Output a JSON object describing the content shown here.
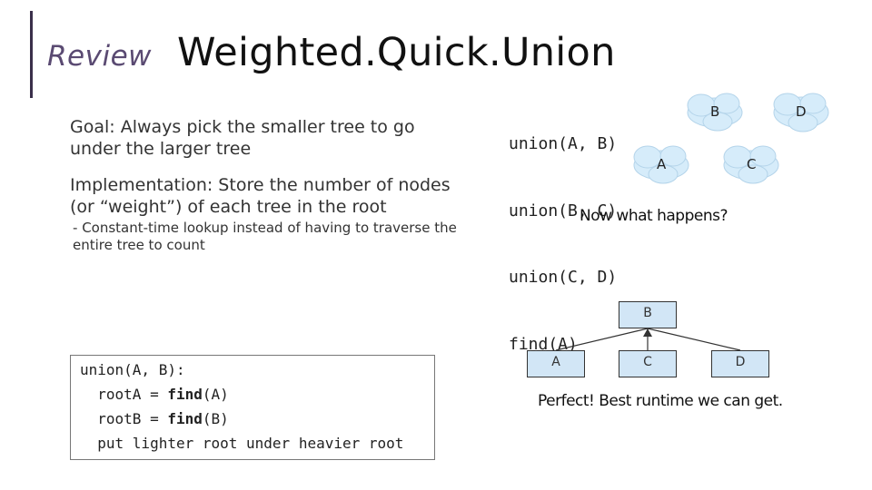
{
  "slide": {
    "section": "Review",
    "title": "Weighted.Quick.Union"
  },
  "bullets": [
    "Goal: Always pick the smaller tree to go under the larger tree",
    "Implementation: Store the number of nodes (or “weight”) of each tree in the root"
  ],
  "sub_bullets": [
    "Constant-time lookup instead of having to traverse the entire tree to count"
  ],
  "code": {
    "line1": "union(A, B):",
    "line2_prefix": "  rootA = ",
    "line2_kw": "find",
    "line2_suffix": "(A)",
    "line3_prefix": "  rootB = ",
    "line3_kw": "find",
    "line3_suffix": "(B)",
    "line4": "  put lighter root under heavier root"
  },
  "operations": [
    "union(A, B)",
    "union(B, C)",
    "union(C, D)",
    "find(A)"
  ],
  "clouds": [
    "B",
    "D",
    "A",
    "C"
  ],
  "question": "Now what happens?",
  "tree": {
    "root": "B",
    "children": [
      "A",
      "C",
      "D"
    ],
    "node_color": "#d2e6f6"
  },
  "result": "Perfect! Best runtime we can get."
}
